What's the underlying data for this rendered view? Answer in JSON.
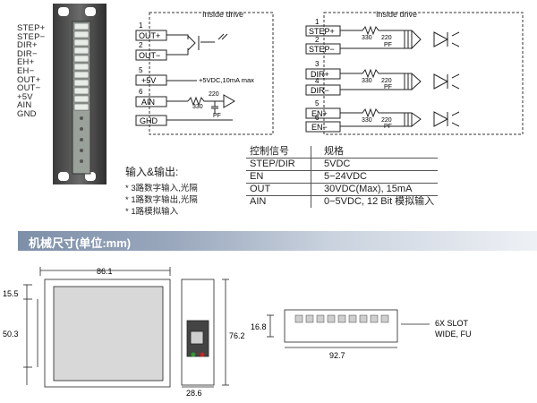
{
  "pins": {
    "labels": [
      "STEP+",
      "STEP−",
      "DIR+",
      "DIR−",
      "EH+",
      "EH−",
      "OUT+",
      "OUT−",
      "+5V",
      "AIN",
      "GND"
    ]
  },
  "left_circuit": {
    "title": "Inside drive",
    "nodes": [
      {
        "num": "1",
        "label": "OUT+"
      },
      {
        "num": "2",
        "label": "OUT−"
      },
      {
        "num": "5",
        "label": "+5V"
      },
      {
        "num": "6",
        "label": "AIN"
      },
      {
        "num": "",
        "label": "GHD"
      }
    ],
    "supply_note": "+5VDC,10mA max",
    "r1": "330",
    "r2": "220",
    "cap": "PF"
  },
  "right_circuit": {
    "title": "Inside drive",
    "nodes": [
      {
        "num": "1",
        "label": "STEP+"
      },
      {
        "num": "2",
        "label": "STEP−"
      },
      {
        "num": "3",
        "label": "DIR+"
      },
      {
        "num": "4",
        "label": "DIR−"
      },
      {
        "num": "5",
        "label": "EN+"
      },
      {
        "num": "6",
        "label": "EN−"
      }
    ],
    "r1": "330",
    "r2": "220",
    "cap": "PF"
  },
  "io_notes": {
    "title": "输入&输出:",
    "lines": [
      "* 3路数字输入,光隔",
      "* 1路数字输出,光隔",
      "* 1路模拟输入"
    ]
  },
  "spec_table": {
    "headers": [
      "控制信号",
      "规格"
    ],
    "rows": [
      [
        "STEP/DIR",
        "5VDC"
      ],
      [
        "EN",
        "5−24VDC"
      ],
      [
        "OUT",
        "30VDC(Max), 15mA"
      ],
      [
        "AIN",
        "0−5VDC, 12 Bit 模拟输入"
      ]
    ]
  },
  "section": {
    "title": "机械尺寸(单位:mm)"
  },
  "dimensions": {
    "width_top": "86.1",
    "offset_left": "15.5",
    "height_left": "50.3",
    "height_side": "76.2",
    "depth": "28.6",
    "bottom_height": "16.8",
    "bottom_width": "92.7",
    "slot_note_1": "6X SLOT",
    "slot_note_2": "WIDE, FU"
  }
}
